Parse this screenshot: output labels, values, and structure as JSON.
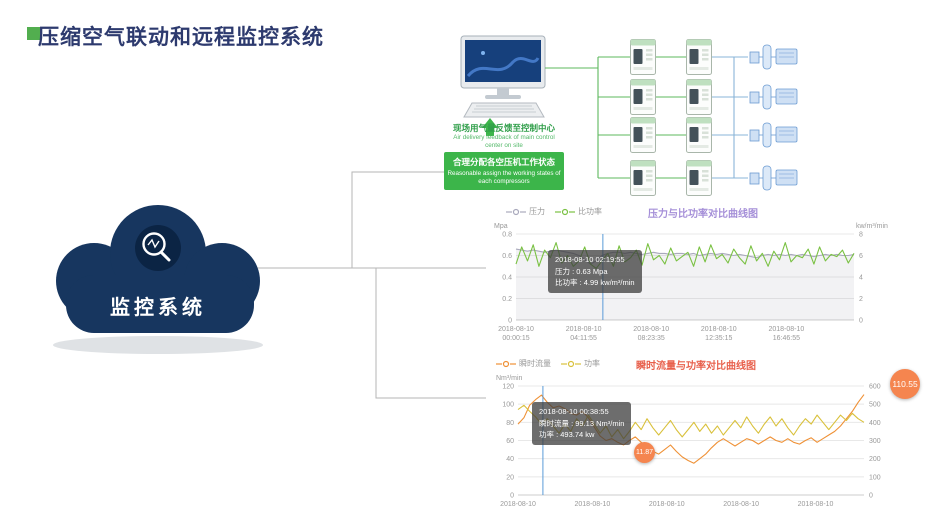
{
  "page": {
    "title": "压缩空气联动和远程监控系统"
  },
  "cloud": {
    "label": "监控系统"
  },
  "diagram": {
    "feedback_label_cn": "现场用气量反馈至控制中心",
    "feedback_label_en": "Air delivery feedback of main control center on site",
    "assign_label_cn": "合理分配各空压机工作状态",
    "assign_label_en": "Reasonable assign the working states of each compressors"
  },
  "chart_data": [
    {
      "type": "line",
      "title": "压力与比功率对比曲线图",
      "title_color": "#a58fd8",
      "left_axis_label": "Mpa",
      "right_axis_label": "kw/m³/min",
      "left_ylim": [
        0,
        0.8
      ],
      "left_ticks": [
        0,
        0.2,
        0.4,
        0.6,
        0.8
      ],
      "right_ylim": [
        0,
        8
      ],
      "right_ticks": [
        0,
        2,
        4,
        6,
        8
      ],
      "xlabel_step": 0.2,
      "x_labels": [
        [
          "2018-08-10",
          "00:00:15"
        ],
        [
          "2018-08-10",
          "04:11:55"
        ],
        [
          "2018-08-10",
          "08:23:35"
        ],
        [
          "2018-08-10",
          "12:35:15"
        ],
        [
          "2018-08-10",
          "16:46:55"
        ]
      ],
      "series": [
        {
          "name": "压力",
          "axis": "left",
          "color": "#a9a9bc",
          "area": "rgba(160,160,180,0.14)",
          "values": [
            0.66,
            0.65,
            0.64,
            0.65,
            0.64,
            0.63,
            0.64,
            0.65,
            0.64,
            0.63,
            0.62,
            0.6,
            0.56,
            0.52,
            0.55,
            0.6,
            0.62,
            0.63,
            0.63,
            0.62,
            0.63,
            0.62,
            0.61,
            0.62,
            0.63,
            0.62,
            0.62,
            0.61,
            0.62,
            0.62,
            0.61,
            0.62,
            0.6,
            0.61,
            0.62,
            0.61,
            0.62,
            0.61,
            0.6,
            0.61,
            0.6,
            0.59,
            0.58,
            0.6,
            0.61,
            0.6,
            0.61,
            0.6,
            0.61,
            0.6,
            0.61,
            0.6,
            0.59,
            0.6,
            0.61,
            0.6,
            0.61,
            0.6,
            0.6,
            0.61
          ]
        },
        {
          "name": "比功率",
          "axis": "right",
          "color": "#7ac143",
          "values": [
            5.2,
            6.8,
            5.5,
            7.0,
            5.0,
            6.5,
            5.8,
            7.2,
            5.3,
            6.0,
            4.99,
            5.5,
            6.8,
            5.2,
            4.8,
            5.5,
            6.2,
            5.0,
            6.9,
            5.4,
            5.8,
            6.5,
            5.1,
            7.1,
            5.6,
            6.0,
            5.2,
            6.7,
            5.5,
            5.9,
            6.3,
            5.0,
            6.8,
            5.4,
            7.0,
            5.7,
            6.1,
            5.3,
            6.6,
            5.8,
            5.2,
            6.9,
            5.5,
            6.2,
            5.0,
            6.4,
            5.6,
            7.2,
            5.4,
            6.0,
            5.8,
            6.6,
            5.2,
            6.8,
            5.5,
            6.1,
            5.9,
            6.5,
            5.3,
            6.2
          ]
        }
      ],
      "tooltip": {
        "x_frac": 0.257,
        "lines": [
          "2018-08-10 02:19:55",
          "压力 : 0.63 Mpa",
          "比功率 : 4.99 kw/m³/min"
        ]
      },
      "badges": []
    },
    {
      "type": "line",
      "title": "瞬时流量与功率对比曲线图",
      "title_color": "#e8604c",
      "left_axis_label": "Nm³/min",
      "right_axis_label": "",
      "left_ylim": [
        0,
        120
      ],
      "left_ticks": [
        0,
        20,
        40,
        60,
        80,
        100,
        120
      ],
      "right_ylim": [
        0,
        600
      ],
      "right_ticks": [
        0,
        100,
        200,
        300,
        400,
        500,
        600
      ],
      "xlabel_step": 0.215,
      "x_labels": [
        [
          "2018-08-10",
          ""
        ],
        [
          "2018-08-10",
          ""
        ],
        [
          "2018-08-10",
          ""
        ],
        [
          "2018-08-10",
          ""
        ],
        [
          "2018-08-10",
          ""
        ]
      ],
      "series": [
        {
          "name": "瞬时流量",
          "axis": "left",
          "color": "#ef9136",
          "values": [
            78,
            85,
            99,
            105,
            110,
            102,
            96,
            98,
            95,
            90,
            88,
            92,
            85,
            75,
            65,
            60,
            62,
            58,
            55,
            60,
            64,
            58,
            52,
            48,
            45,
            50,
            55,
            48,
            42,
            38,
            35,
            40,
            45,
            52,
            58,
            62,
            58,
            54,
            58,
            62,
            60,
            56,
            60,
            64,
            60,
            58,
            62,
            58,
            56,
            60,
            63,
            58,
            62,
            66,
            70,
            76,
            84,
            92,
            102,
            110.55
          ]
        },
        {
          "name": "功率",
          "axis": "right",
          "color": "#d9c13c",
          "values": [
            470,
            494,
            460,
            430,
            390,
            420,
            380,
            340,
            390,
            350,
            420,
            380,
            440,
            390,
            340,
            380,
            320,
            360,
            310,
            350,
            400,
            360,
            420,
            370,
            330,
            370,
            410,
            360,
            320,
            360,
            400,
            350,
            390,
            340,
            380,
            330,
            370,
            410,
            370,
            430,
            380,
            340,
            390,
            430,
            380,
            420,
            370,
            330,
            380,
            420,
            390,
            440,
            400,
            360,
            400,
            440,
            410,
            450,
            420,
            400
          ]
        }
      ],
      "tooltip": {
        "x_frac": 0.072,
        "lines": [
          "2018-08-10 00:38:55",
          "瞬时流量 : 99.13 Nm³/min",
          "功率 : 493.74 kw"
        ]
      },
      "badges": [
        {
          "label": "110.55"
        },
        {
          "label": "11.87"
        }
      ]
    }
  ]
}
